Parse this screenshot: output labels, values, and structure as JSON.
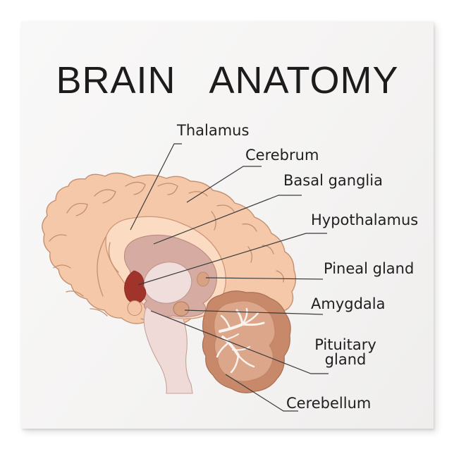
{
  "page": {
    "title": "BRAIN ANATOMY",
    "background": "#FFFFFF",
    "print_background": "#F5F4F3"
  },
  "labels": [
    {
      "id": "thalamus",
      "text": "Thalamus"
    },
    {
      "id": "cerebrum",
      "text": "Cerebrum"
    },
    {
      "id": "basal-ganglia",
      "text": "Basal ganglia"
    },
    {
      "id": "hypothalamus",
      "text": "Hypothalamus"
    },
    {
      "id": "pineal-gland",
      "text": "Pineal gland"
    },
    {
      "id": "amygdala",
      "text": "Amygdala"
    },
    {
      "id": "pituitary-gland",
      "text": "Pituitary gland"
    },
    {
      "id": "cerebellum",
      "text": "Cerebellum"
    }
  ],
  "colors": {
    "text": "#1F1F1F",
    "leader_line": "#3B3B3B",
    "cerebrum": "#F6C8AA",
    "cerebrum_outline": "#C3906F",
    "inner_band": "#FBDCC2",
    "basal_ganglia": "#D5ABA2",
    "thalamus": "#EFDEDC",
    "hypothalamus_red": "#A0332A",
    "brainstem": "#F0DAD7",
    "cerebellum_outer": "#C8886A",
    "cerebellum_inner": "#DBA68A",
    "arbor_vitae": "#FAF3ED",
    "nodule_peach": "#F5C5A7",
    "nodule_tan": "#D9A183"
  }
}
